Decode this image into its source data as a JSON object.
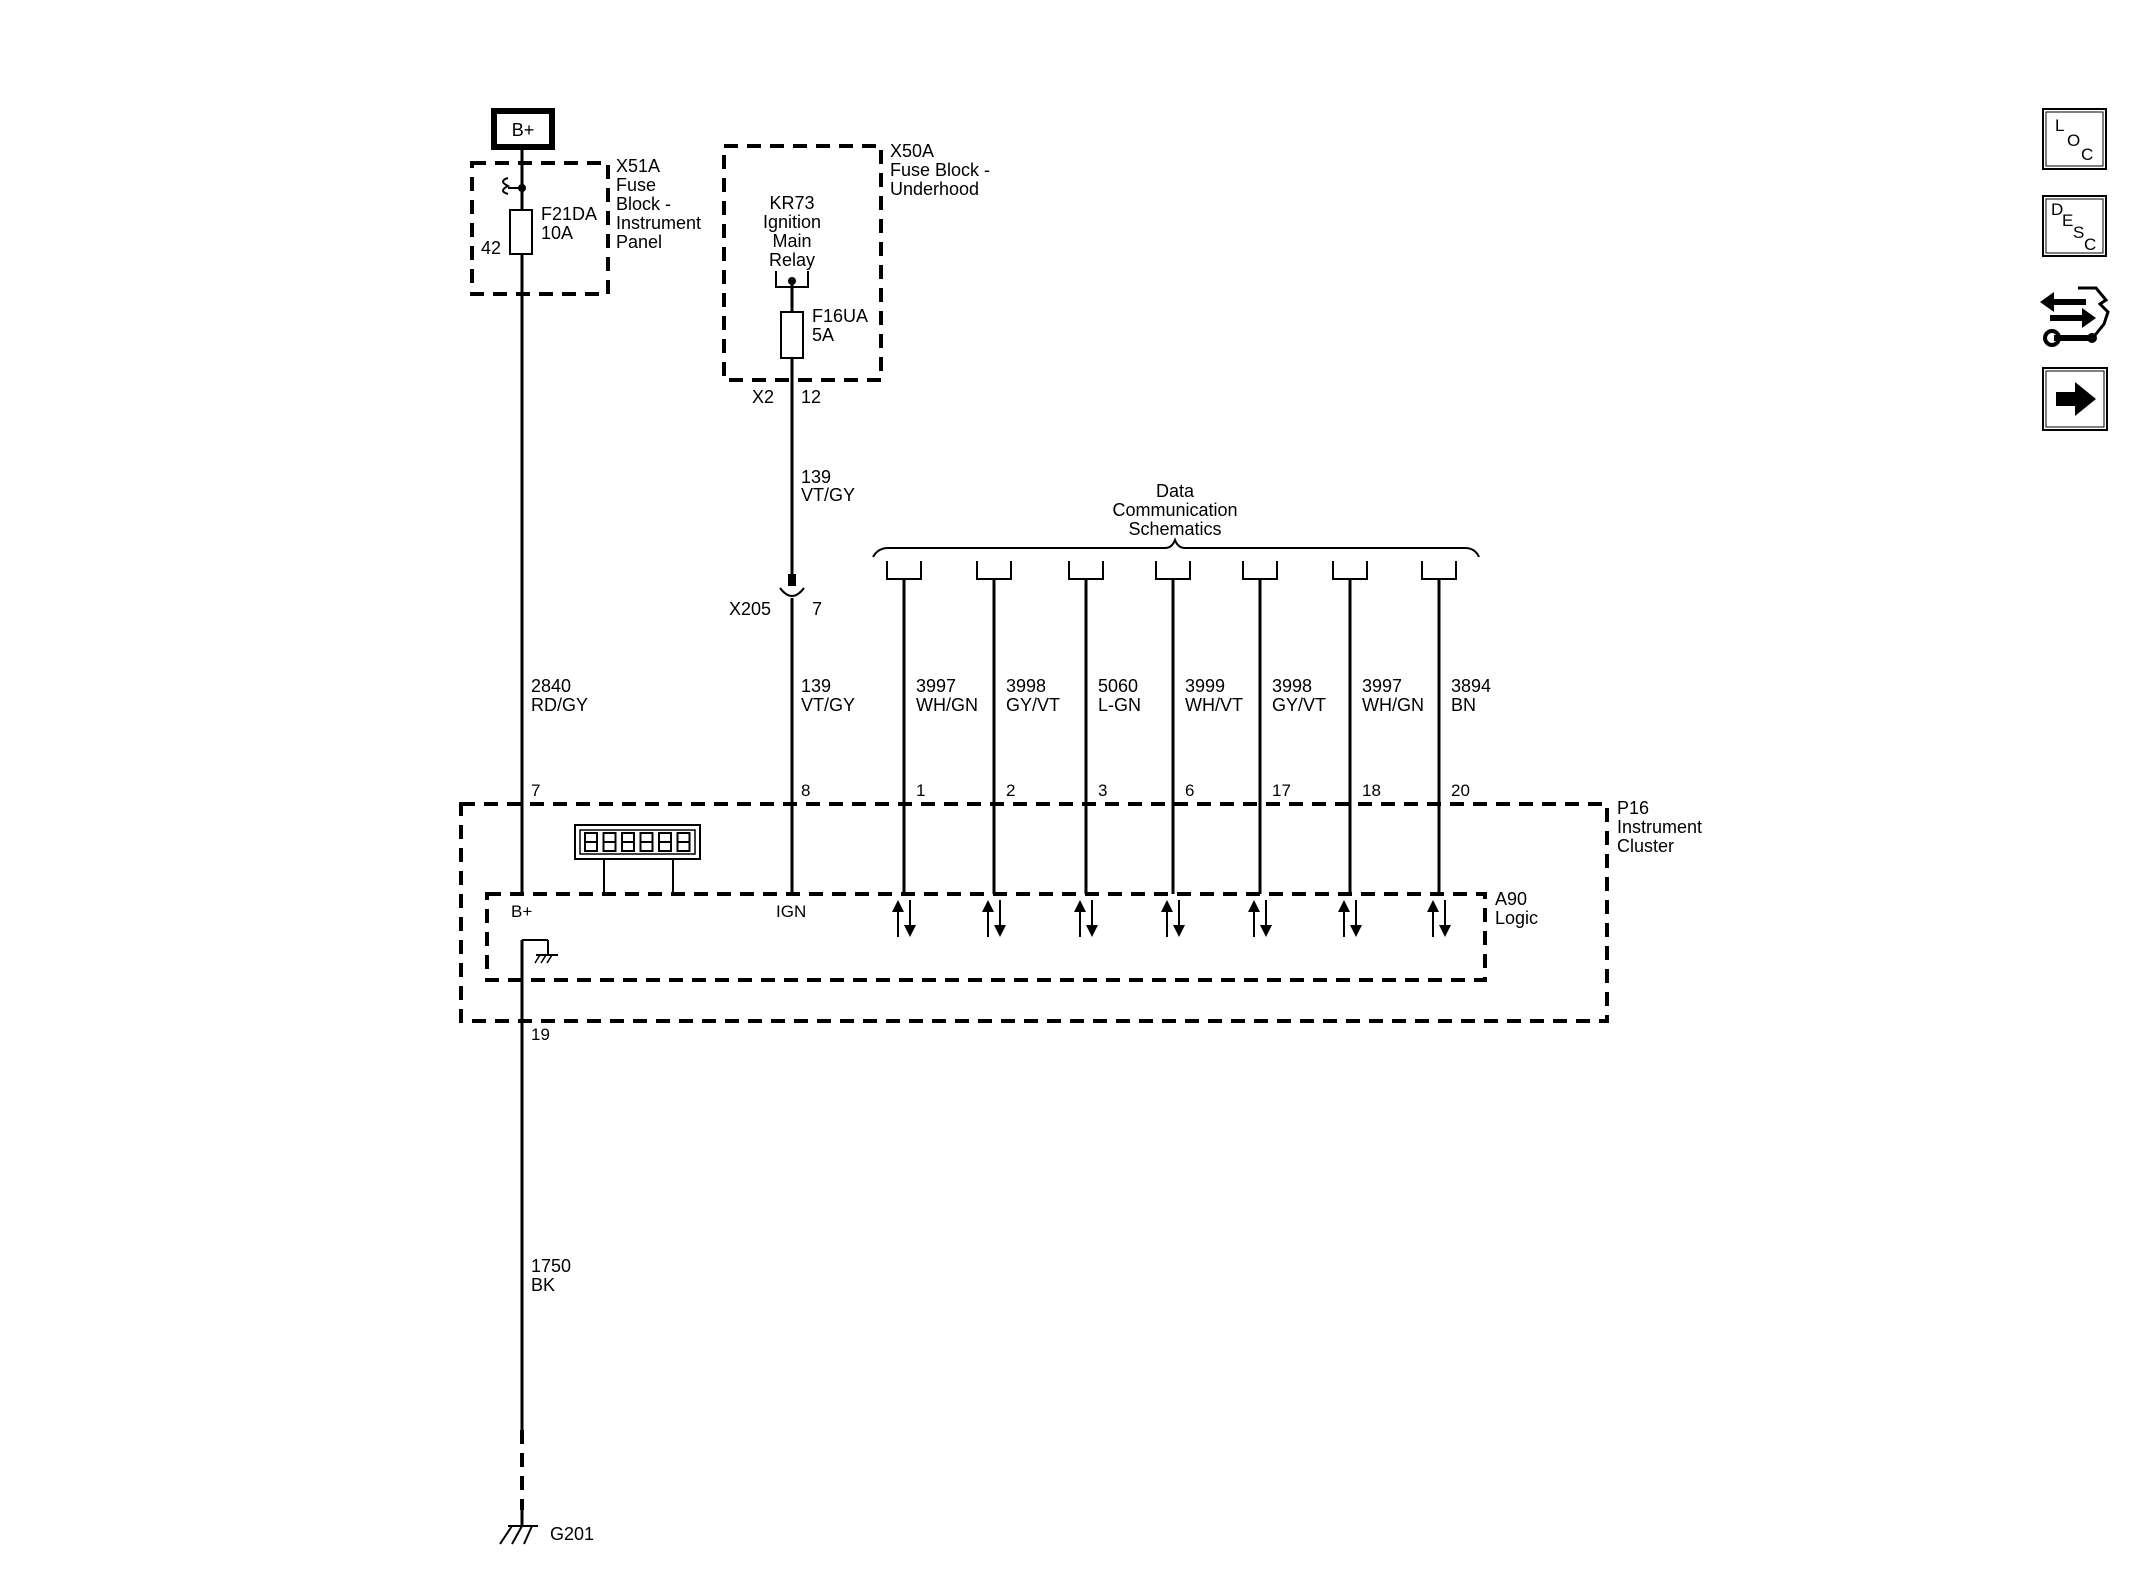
{
  "power_source": {
    "label": "B+"
  },
  "fuse_block_ip": {
    "name": "X51A",
    "desc": [
      "Fuse",
      "Block -",
      "Instrument",
      "Panel"
    ],
    "fuse_name": "F21DA",
    "fuse_rating": "10A",
    "pin": "42"
  },
  "fuse_block_uh": {
    "name": "X50A",
    "desc": [
      "Fuse Block -",
      "Underhood"
    ],
    "relay": [
      "KR73",
      "Ignition",
      "Main",
      "Relay"
    ],
    "fuse_name": "F16UA",
    "fuse_rating": "5A",
    "connector": "X2",
    "pin": "12"
  },
  "inline_connector": {
    "name": "X205",
    "pin": "7"
  },
  "wires": {
    "bplus": {
      "circuit": "2840",
      "color": "RD/GY",
      "pin": "7"
    },
    "ign_upper": {
      "circuit": "139",
      "color": "VT/GY"
    },
    "ign_lower": {
      "circuit": "139",
      "color": "VT/GY",
      "pin": "8"
    },
    "ground": {
      "circuit": "1750",
      "color": "BK",
      "pin": "19"
    }
  },
  "data_bus": {
    "title": [
      "Data",
      "Communication",
      "Schematics"
    ],
    "lines": [
      {
        "circuit": "3997",
        "color": "WH/GN",
        "pin": "1"
      },
      {
        "circuit": "3998",
        "color": "GY/VT",
        "pin": "2"
      },
      {
        "circuit": "5060",
        "color": "L-GN",
        "pin": "3"
      },
      {
        "circuit": "3999",
        "color": "WH/VT",
        "pin": "6"
      },
      {
        "circuit": "3998",
        "color": "GY/VT",
        "pin": "17"
      },
      {
        "circuit": "3997",
        "color": "WH/GN",
        "pin": "18"
      },
      {
        "circuit": "3894",
        "color": "BN",
        "pin": "20"
      }
    ]
  },
  "cluster": {
    "name": "P16",
    "desc": [
      "Instrument",
      "Cluster"
    ],
    "logic_name": "A90",
    "logic_desc": "Logic",
    "bplus_label": "B+",
    "ign_label": "IGN"
  },
  "ground_point": {
    "name": "G201"
  },
  "nav": {
    "loc": [
      "L",
      "O",
      "C"
    ],
    "desc": [
      "D",
      "E",
      "S",
      "C"
    ]
  }
}
